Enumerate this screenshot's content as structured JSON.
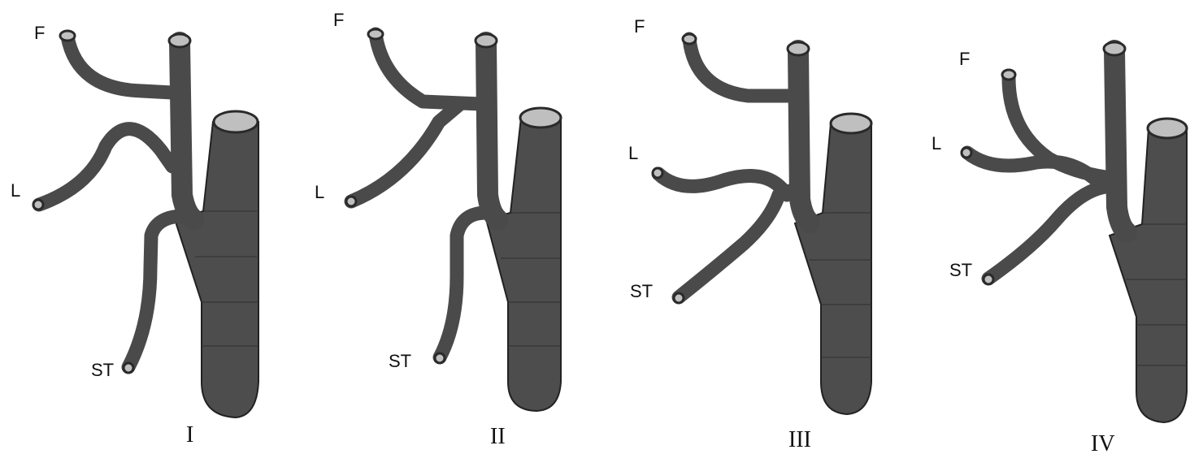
{
  "panels": [
    {
      "numeral": "I",
      "labels": {
        "f": "F",
        "l": "L",
        "st": "ST"
      }
    },
    {
      "numeral": "II",
      "labels": {
        "f": "F",
        "l": "L",
        "st": "ST"
      }
    },
    {
      "numeral": "III",
      "labels": {
        "f": "F",
        "l": "L",
        "st": "ST"
      }
    },
    {
      "numeral": "IV",
      "labels": {
        "f": "F",
        "l": "L",
        "st": "ST"
      }
    }
  ],
  "colors": {
    "vessel": "#4a4a4a",
    "lumen": "#bfbfbf",
    "outline": "#222222"
  }
}
